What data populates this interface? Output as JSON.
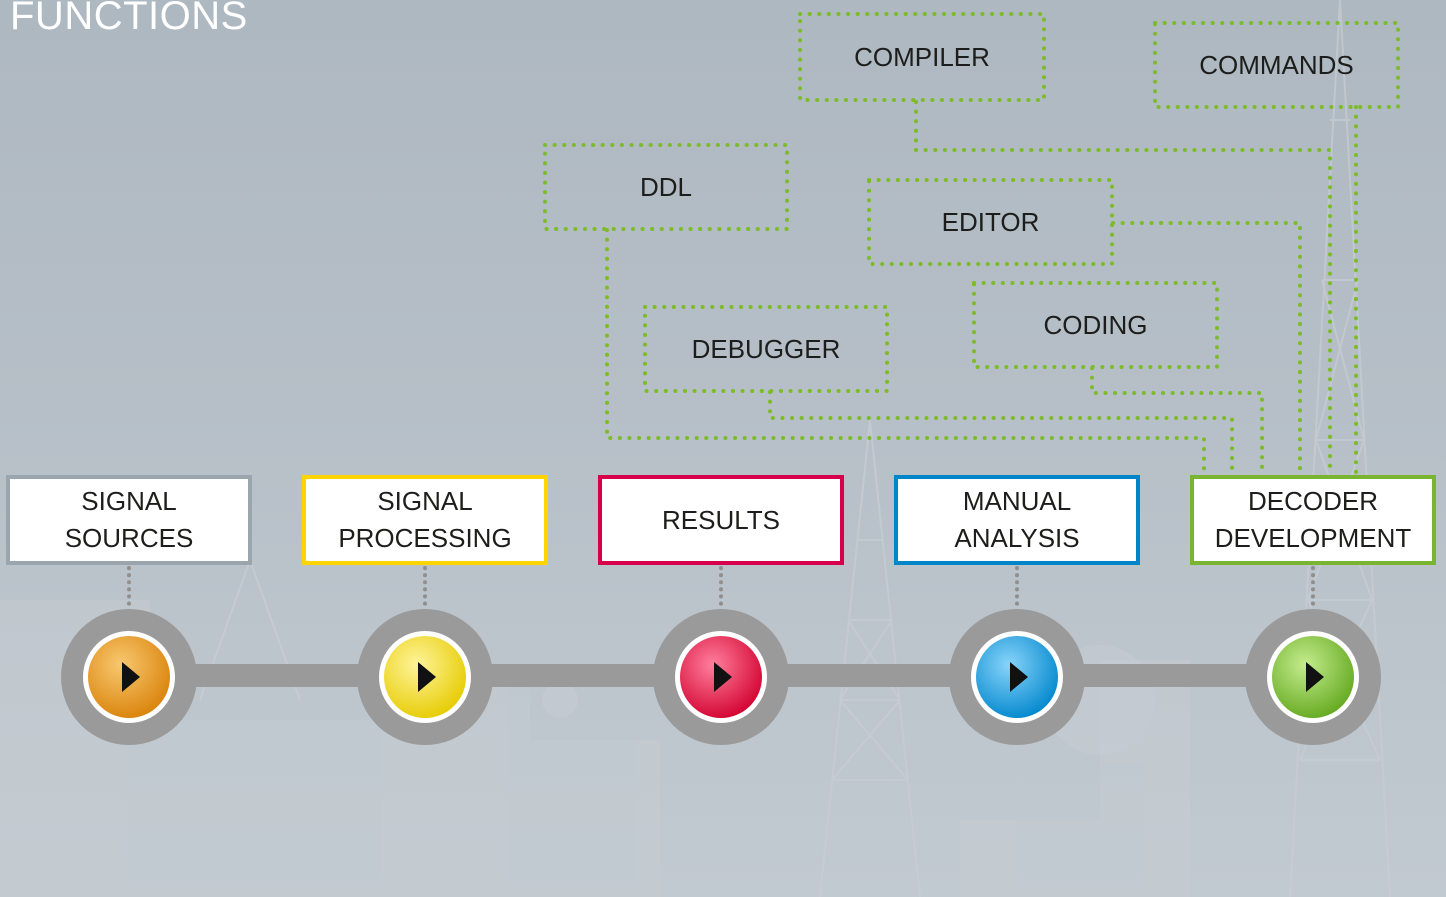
{
  "title": "FUNCTIONS",
  "colors": {
    "background": "#b4bdc5",
    "connector_dots": "#7dbb2a",
    "track": "#9a9a9a"
  },
  "functions": [
    {
      "id": "compiler",
      "label": "COMPILER"
    },
    {
      "id": "commands",
      "label": "COMMANDS"
    },
    {
      "id": "ddl",
      "label": "DDL"
    },
    {
      "id": "editor",
      "label": "EDITOR"
    },
    {
      "id": "coding",
      "label": "CODING"
    },
    {
      "id": "debugger",
      "label": "DEBUGGER"
    }
  ],
  "stages": [
    {
      "id": "signal-sources",
      "label": "SIGNAL\nSOURCES",
      "color": "#9aa5ad",
      "button_color": "#e08f1a",
      "button_icon": "play-icon"
    },
    {
      "id": "signal-processing",
      "label": "SIGNAL\nPROCESSING",
      "color": "#ffd400",
      "button_color": "#f0d400",
      "button_icon": "play-icon"
    },
    {
      "id": "results",
      "label": "RESULTS",
      "color": "#d6004a",
      "button_color": "#e0103f",
      "button_icon": "play-icon"
    },
    {
      "id": "manual-analysis",
      "label": "MANUAL\nANALYSIS",
      "color": "#0086c8",
      "button_color": "#0091d6",
      "button_icon": "play-icon"
    },
    {
      "id": "decoder-development",
      "label": "DECODER\nDEVELOPMENT",
      "color": "#7ab532",
      "button_color": "#74b52c",
      "button_icon": "play-icon"
    }
  ]
}
